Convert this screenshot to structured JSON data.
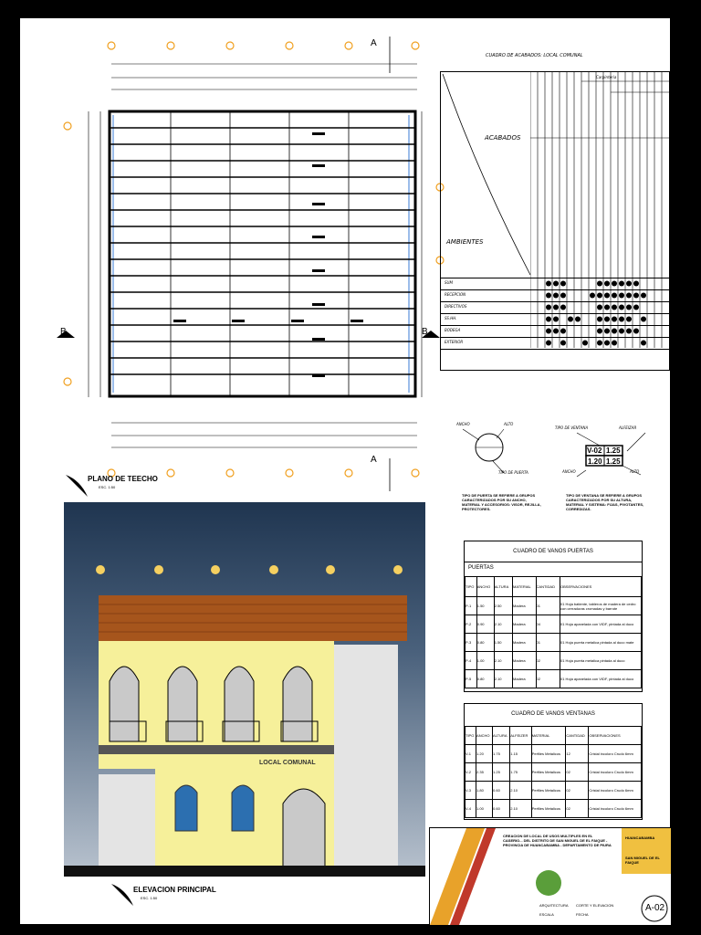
{
  "roof_plan": {
    "title": "PLANO DE TEECHO",
    "scale": "ESC. 1:50",
    "section_labels": [
      "A",
      "A",
      "B",
      "B"
    ]
  },
  "finishes_table": {
    "title": "CUADRO DE ACABADOS: LOCAL COMUNAL",
    "header_left": "ACABADOS",
    "header_bottom": "AMBIENTES",
    "top_group": "Carpinteria",
    "rooms": [
      "SUM",
      "RECEPCION",
      "DIRECTIVOS",
      "SS.HH.",
      "BODEGA",
      "EXTERIOR"
    ],
    "dots": [
      [
        0,
        0,
        1,
        1,
        1,
        0,
        0,
        0,
        0,
        1,
        1,
        1,
        1,
        1,
        1,
        0,
        0,
        0,
        0
      ],
      [
        0,
        0,
        1,
        1,
        1,
        0,
        0,
        0,
        1,
        1,
        1,
        1,
        1,
        1,
        1,
        1,
        0,
        0,
        0
      ],
      [
        0,
        0,
        1,
        1,
        1,
        0,
        0,
        0,
        0,
        1,
        1,
        1,
        1,
        1,
        1,
        0,
        0,
        0,
        0
      ],
      [
        0,
        0,
        1,
        1,
        0,
        1,
        1,
        0,
        0,
        1,
        1,
        1,
        1,
        1,
        0,
        1,
        0,
        0,
        0
      ],
      [
        0,
        0,
        1,
        1,
        1,
        0,
        0,
        0,
        0,
        1,
        1,
        1,
        1,
        1,
        1,
        0,
        0,
        0,
        0
      ],
      [
        0,
        0,
        1,
        0,
        1,
        0,
        0,
        1,
        0,
        1,
        1,
        1,
        0,
        0,
        0,
        1,
        0,
        0,
        0
      ]
    ]
  },
  "legend": {
    "door_labels": [
      "ANCHO",
      "ALTO",
      "TIPO DE PUERTA"
    ],
    "window_labels": [
      "TIPO DE VENTANA",
      "ALFEIZAR",
      "ANCHO",
      "ALTO"
    ],
    "window_code": "V-02",
    "window_values": [
      "1.25",
      "1.20",
      "1.25"
    ],
    "door_note": "TIPO DE PUERTA SE REFIERE A GRUPOS CARACTERIZADOS POR SU ANCHO, MATERIAL Y ACCESORIOS: VISOR, REJILLA, PROTECTORES.",
    "window_note": "TIPO DE VENTANA SE REFIERE A GRUPOS CARACTERIZADOS POR SU ALTURA, MATERIAL Y SISTEMA: FIJAS, PIVOTANTES, CORREDIZAS."
  },
  "doors_table": {
    "title": "CUADRO DE VANOS PUERTAS",
    "subtitle": "PUERTAS",
    "headers": [
      "TIPO",
      "ANCHO",
      "ALTURA",
      "MATERIAL",
      "CANTIDAD",
      "OBSERVACIONES"
    ],
    "rows": [
      [
        "P-1",
        "1.50",
        "2.50",
        "Madera",
        "01",
        "01 Hoja batiente, tableros de madera de cedro con cerraduras cromadas y barrote"
      ],
      [
        "P-2",
        "0.90",
        "2.10",
        "Madera",
        "04",
        "01 Hoja apanelada con VIDF, pintada al duco"
      ],
      [
        "P-3",
        "0.80",
        "1.50",
        "Madera",
        "01",
        "01 Hoja puerta metalica pintada al duco mate"
      ],
      [
        "P-4",
        "1.00",
        "2.10",
        "Madera",
        "02",
        "01 Hoja puerta metalica pintada al duco"
      ],
      [
        "P-5",
        "0.80",
        "2.10",
        "Madera",
        "02",
        "01 Hoja apanelada con VIDF, pintada al duco"
      ]
    ]
  },
  "windows_table": {
    "title": "CUADRO DE VANOS VENTANAS",
    "headers": [
      "TIPO",
      "ANCHO",
      "ALTURA",
      "ALFEIZER",
      "MATERIAL",
      "CANTIDAD",
      "OBSERVACIONES"
    ],
    "rows": [
      [
        "V-1",
        "1.20",
        "1.75",
        "1.15",
        "Perfiles Metalicos",
        "12",
        "Cristal incoloro Crudo 6mm"
      ],
      [
        "V-2",
        "2.35",
        "1.25",
        "1.75",
        "Perfiles Metalicos",
        "02",
        "Cristal incoloro Crudo 6mm"
      ],
      [
        "V-3",
        "1.80",
        "0.60",
        "2.10",
        "Perfiles Metalicos",
        "02",
        "Cristal incoloro Crudo 6mm"
      ],
      [
        "V-4",
        "1.00",
        "0.60",
        "2.10",
        "Perfiles Metalicos",
        "02",
        "Cristal incoloro Crudo 6mm"
      ]
    ]
  },
  "elevation": {
    "sign": "LOCAL COMUNAL",
    "title": "ELEVACION PRINCIPAL",
    "scale": "ESC. 1:50"
  },
  "title_block": {
    "project": "CREACION DE LOCAL DE USOS MULTIPLES EN EL CASERIO... DEL DISTRITO DE SAN MIGUEL DE EL FAIQUE - PROVINCIA DE HUANCABAMBA - DEPARTAMENTO DE PIURA",
    "sheet": "A-02",
    "right_text": [
      "HUANCABAMBA",
      "SAN MIGUEL DE EL FAIQUE"
    ],
    "fields": [
      "ARQUITECTURA",
      "CORTE Y ELEVACION",
      "ESCALA",
      "FECHA"
    ]
  },
  "colors": {
    "sky_top": "#1f3550",
    "sky_bottom": "#b9c3cf",
    "wall": "#f6f09a",
    "roof": "#a6551c",
    "blue_line": "#3a7bd5",
    "titleblock_orange": "#e8a22a",
    "titleblock_red": "#c0392b"
  }
}
